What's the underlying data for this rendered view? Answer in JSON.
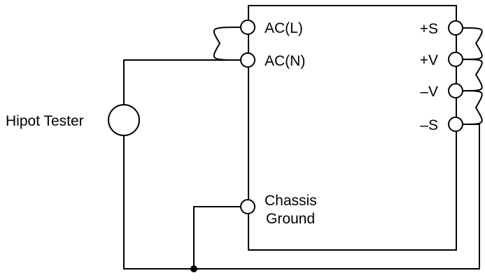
{
  "labels": {
    "ac_l": "AC(L)",
    "ac_n": "AC(N)",
    "plus_s": "+S",
    "plus_v": "+V",
    "minus_v": "–V",
    "minus_s": "–S",
    "chassis_line1": "Chassis",
    "chassis_line2": "Ground",
    "tester": "Hipot Tester"
  },
  "colors": {
    "line": "#000000",
    "background": "#ffffff"
  }
}
